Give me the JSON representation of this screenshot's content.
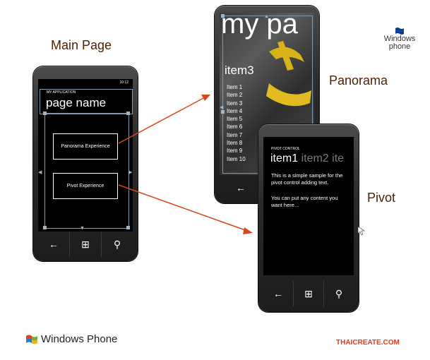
{
  "captions": {
    "main_page": "Main Page",
    "panorama": "Panorama",
    "pivot": "Pivot"
  },
  "main_phone": {
    "status_time": "10:12",
    "app_title": "MY APPLICATION",
    "page_title": "page name",
    "buttons": [
      "Panorama Experience",
      "Pivot Experience"
    ],
    "nav": {
      "back": "←",
      "start": "⊞",
      "search": "⚲"
    }
  },
  "panorama_phone": {
    "title": "my pa",
    "section_header": "item3",
    "items": [
      "Item 1",
      "Item 2",
      "Item 3",
      "Item 4",
      "Item 5",
      "Item 6",
      "Item 7",
      "Item 8",
      "Item 9",
      "Item 10"
    ],
    "nav": {
      "back": "←"
    }
  },
  "pivot_phone": {
    "control_title": "PIVOT CONTROL",
    "headers": [
      "item1",
      "item2",
      "ite"
    ],
    "body_text_1": "This is a simple sample for the pivot control adding text.",
    "body_text_2": "You can put any content you want here...",
    "nav": {
      "back": "←",
      "start": "⊞",
      "search": "⚲"
    }
  },
  "branding": {
    "logo_top_right_line1": "Windows",
    "logo_top_right_line2": "phone",
    "logo_bottom_left": "Windows Phone",
    "site": "THAICREATE.COM"
  },
  "colors": {
    "arrow": "#d9461b",
    "selection": "#7f9bb3",
    "site_text": "#e23a1c",
    "caption": "#4a2208"
  }
}
